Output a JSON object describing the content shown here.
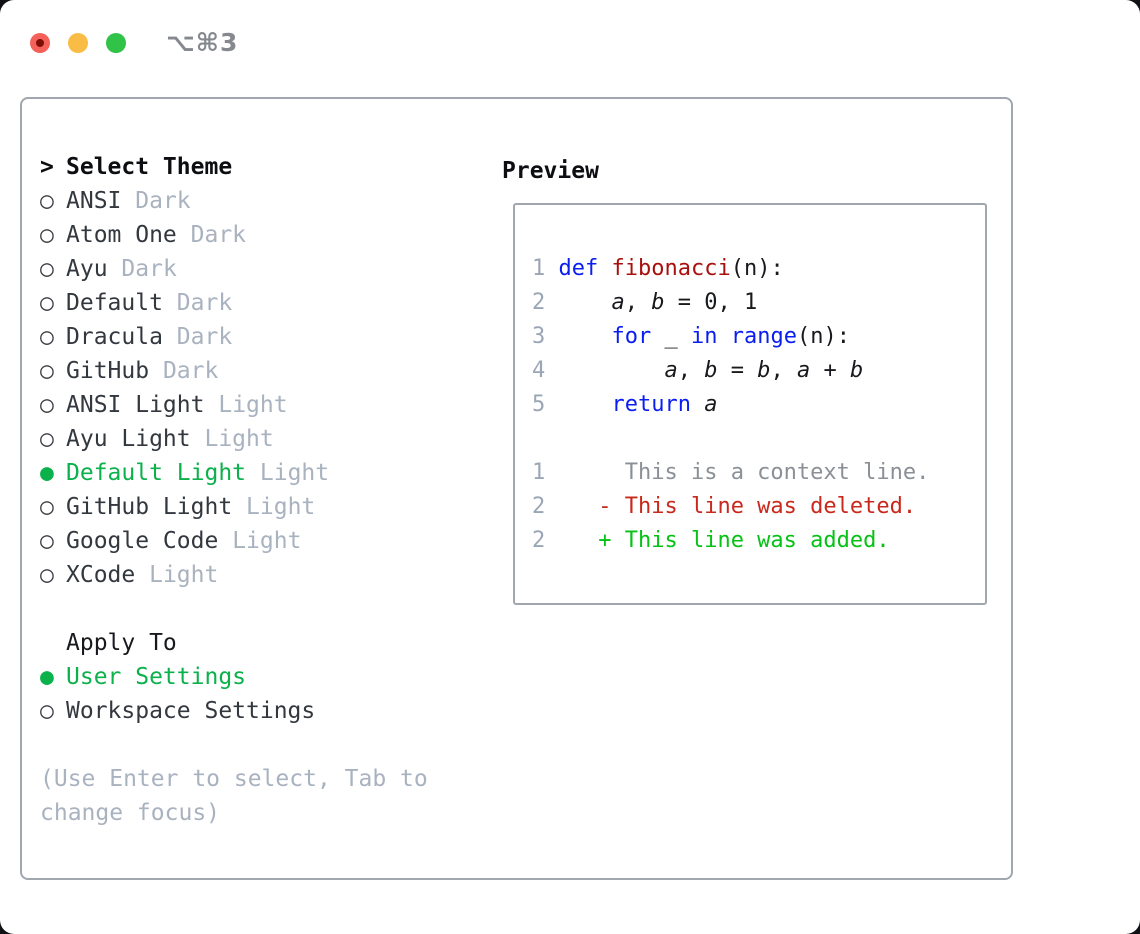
{
  "titlebar": {
    "shortcut": "⌥⌘3"
  },
  "theme_picker": {
    "title_prefix": ">",
    "title": "Select Theme",
    "items": [
      {
        "name": "ANSI",
        "variant": "Dark",
        "selected": false
      },
      {
        "name": "Atom One",
        "variant": "Dark",
        "selected": false
      },
      {
        "name": "Ayu",
        "variant": "Dark",
        "selected": false
      },
      {
        "name": "Default",
        "variant": "Dark",
        "selected": false
      },
      {
        "name": "Dracula",
        "variant": "Dark",
        "selected": false
      },
      {
        "name": "GitHub",
        "variant": "Dark",
        "selected": false
      },
      {
        "name": "ANSI Light",
        "variant": "Light",
        "selected": false
      },
      {
        "name": "Ayu Light",
        "variant": "Light",
        "selected": false
      },
      {
        "name": "Default Light",
        "variant": "Light",
        "selected": true
      },
      {
        "name": "GitHub Light",
        "variant": "Light",
        "selected": false
      },
      {
        "name": "Google Code",
        "variant": "Light",
        "selected": false
      },
      {
        "name": "XCode",
        "variant": "Light",
        "selected": false
      }
    ],
    "radio_unselected_glyph": "○",
    "radio_selected_glyph": "●",
    "apply_to": {
      "title": "Apply To",
      "options": [
        {
          "name": "User Settings",
          "selected": true
        },
        {
          "name": "Workspace Settings",
          "selected": false
        }
      ]
    },
    "help_text": "(Use Enter to select, Tab to change focus)"
  },
  "preview": {
    "title": "Preview",
    "code_lines": [
      {
        "num": "1",
        "tokens": [
          [
            "kw",
            "def"
          ],
          [
            "pl",
            " "
          ],
          [
            "fn",
            "fibonacci"
          ],
          [
            "pl",
            "(n):"
          ]
        ]
      },
      {
        "num": "2",
        "tokens": [
          [
            "pl",
            "    "
          ],
          [
            "var",
            "a"
          ],
          [
            "pl",
            ", "
          ],
          [
            "var",
            "b"
          ],
          [
            "pl",
            " = 0, 1"
          ]
        ]
      },
      {
        "num": "3",
        "tokens": [
          [
            "pl",
            "    "
          ],
          [
            "kw",
            "for"
          ],
          [
            "pl",
            " _ "
          ],
          [
            "kw",
            "in"
          ],
          [
            "pl",
            " "
          ],
          [
            "kw",
            "range"
          ],
          [
            "pl",
            "(n):"
          ]
        ]
      },
      {
        "num": "4",
        "tokens": [
          [
            "pl",
            "        "
          ],
          [
            "var",
            "a"
          ],
          [
            "pl",
            ", "
          ],
          [
            "var",
            "b"
          ],
          [
            "pl",
            " = "
          ],
          [
            "var",
            "b"
          ],
          [
            "pl",
            ", "
          ],
          [
            "var",
            "a"
          ],
          [
            "pl",
            " + "
          ],
          [
            "var",
            "b"
          ]
        ]
      },
      {
        "num": "5",
        "tokens": [
          [
            "pl",
            "    "
          ],
          [
            "kw",
            "return"
          ],
          [
            "pl",
            " "
          ],
          [
            "var",
            "a"
          ]
        ]
      }
    ],
    "diff_lines": [
      {
        "num": "1",
        "marker": " ",
        "text": "This is a context line.",
        "kind": "context"
      },
      {
        "num": "2",
        "marker": "-",
        "text": "This line was deleted.",
        "kind": "deleted"
      },
      {
        "num": "2",
        "marker": "+",
        "text": "This line was added.",
        "kind": "added"
      }
    ]
  },
  "colors": {
    "selection_green": "#0bb14b",
    "added_green": "#06c216",
    "deleted_red": "#c9291c",
    "keyword_blue": "#0a1ef0",
    "function_red": "#a90f0f",
    "muted_gray": "#a9b2bf",
    "line_number_gray": "#9aa6b6",
    "context_gray": "#8b9097",
    "border_gray": "#a0a7af",
    "traffic_red": "#f4605a",
    "traffic_yellow": "#f9bd45",
    "traffic_green": "#30c348"
  }
}
